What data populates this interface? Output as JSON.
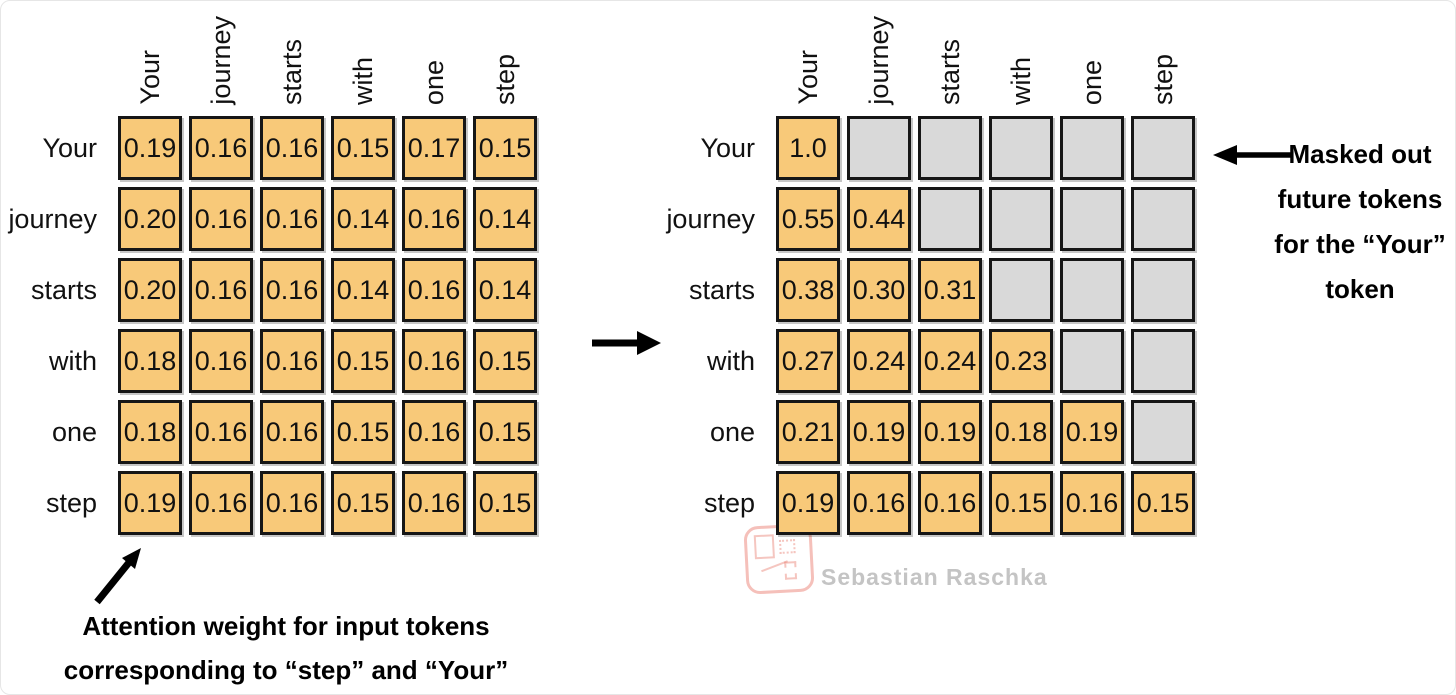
{
  "left_matrix": {
    "col_headers": [
      "Your",
      "journey",
      "starts",
      "with",
      "one",
      "step"
    ],
    "rows": [
      {
        "label": "Your",
        "values": [
          "0.19",
          "0.16",
          "0.16",
          "0.15",
          "0.17",
          "0.15"
        ]
      },
      {
        "label": "journey",
        "values": [
          "0.20",
          "0.16",
          "0.16",
          "0.14",
          "0.16",
          "0.14"
        ]
      },
      {
        "label": "starts",
        "values": [
          "0.20",
          "0.16",
          "0.16",
          "0.14",
          "0.16",
          "0.14"
        ]
      },
      {
        "label": "with",
        "values": [
          "0.18",
          "0.16",
          "0.16",
          "0.15",
          "0.16",
          "0.15"
        ]
      },
      {
        "label": "one",
        "values": [
          "0.18",
          "0.16",
          "0.16",
          "0.15",
          "0.16",
          "0.15"
        ]
      },
      {
        "label": "step",
        "values": [
          "0.19",
          "0.16",
          "0.16",
          "0.15",
          "0.16",
          "0.15"
        ]
      }
    ]
  },
  "right_matrix": {
    "col_headers": [
      "Your",
      "journey",
      "starts",
      "with",
      "one",
      "step"
    ],
    "rows": [
      {
        "label": "Your",
        "values": [
          "1.0",
          null,
          null,
          null,
          null,
          null
        ]
      },
      {
        "label": "journey",
        "values": [
          "0.55",
          "0.44",
          null,
          null,
          null,
          null
        ]
      },
      {
        "label": "starts",
        "values": [
          "0.38",
          "0.30",
          "0.31",
          null,
          null,
          null
        ]
      },
      {
        "label": "with",
        "values": [
          "0.27",
          "0.24",
          "0.24",
          "0.23",
          null,
          null
        ]
      },
      {
        "label": "one",
        "values": [
          "0.21",
          "0.19",
          "0.19",
          "0.18",
          "0.19",
          null
        ]
      },
      {
        "label": "step",
        "values": [
          "0.19",
          "0.16",
          "0.16",
          "0.15",
          "0.16",
          "0.15"
        ]
      }
    ]
  },
  "annotations": {
    "masked_note": {
      "lines": [
        "Masked out",
        "future tokens",
        "for the “Your”",
        "token"
      ]
    },
    "attention_note": {
      "lines": [
        "Attention weight for input tokens",
        "corresponding to “step” and “Your”"
      ]
    }
  },
  "watermark": {
    "text": "Sebastian Raschka"
  },
  "colors": {
    "cell_orange": "#F8C979",
    "cell_masked": "#D9D9D9",
    "cell_border": "#161616",
    "watermark_text": "#C4C4C4",
    "stamp": "#E6695A"
  }
}
